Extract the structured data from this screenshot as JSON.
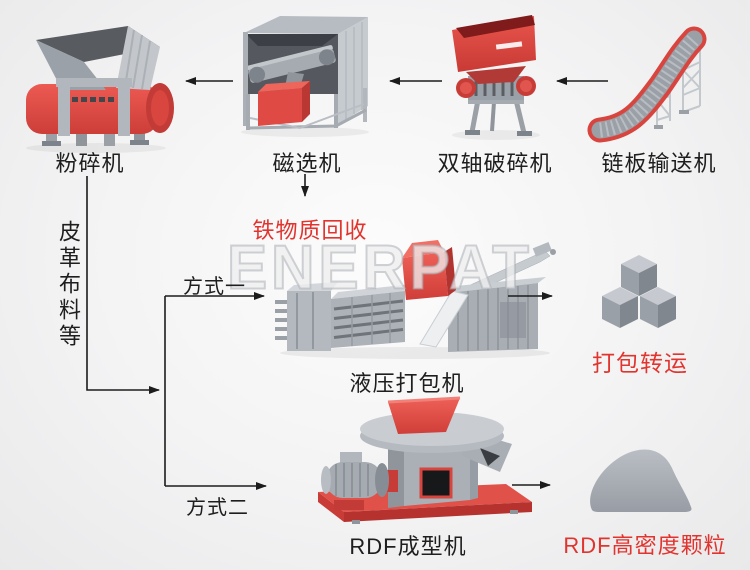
{
  "labels": {
    "crusher": "粉碎机",
    "magnetic_separator": "磁选机",
    "dual_shaft_shredder": "双轴破碎机",
    "chain_conveyor": "链板输送机",
    "iron_recovery": "铁物质回收",
    "input_material": "皮革布料等",
    "method_one": "方式一",
    "method_two": "方式二",
    "hydraulic_baler": "液压打包机",
    "baling_transfer": "打包转运",
    "rdf_machine": "RDF成型机",
    "rdf_pellets": "RDF高密度颗粒",
    "watermark": "ENERPAT"
  },
  "colors": {
    "machine-red": "#e04a43",
    "machine-red-dark": "#b5322f",
    "machine-red-light": "#ef6a60",
    "gray-light": "#c9cdd2",
    "gray-mid": "#aab0b6",
    "gray-dark": "#84898f",
    "line": "#1c1c1c",
    "red-text": "#e2342f",
    "label-text": "#1e1e1e"
  }
}
